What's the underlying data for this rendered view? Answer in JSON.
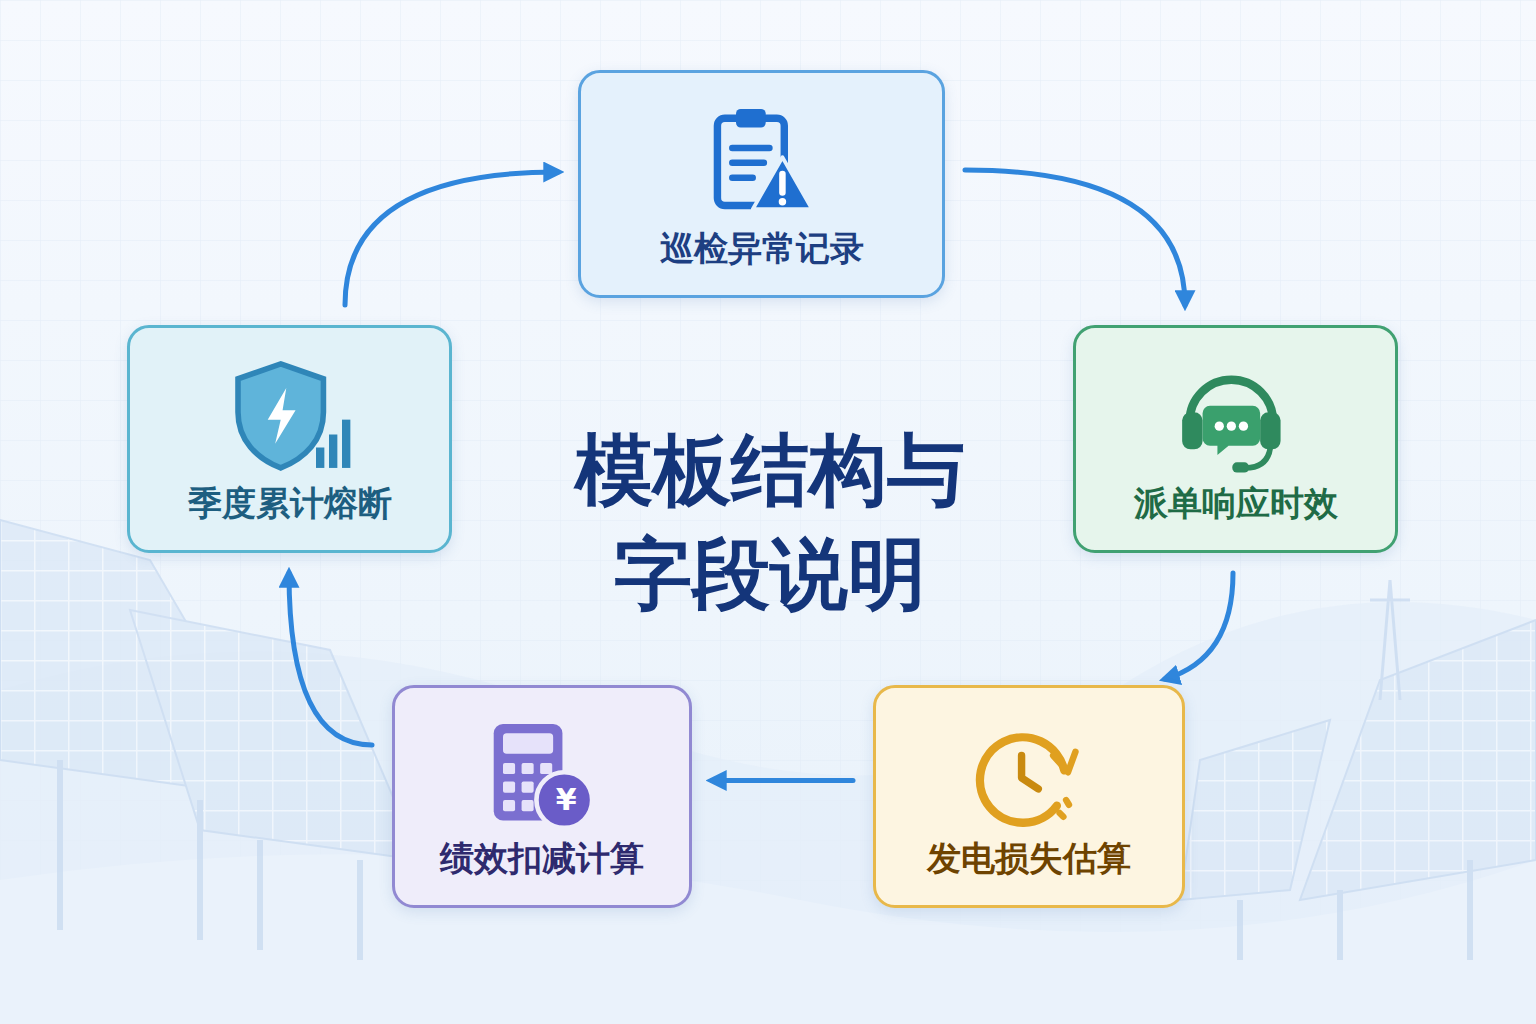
{
  "diagram": {
    "title": "模板结构与 字段说明",
    "nodes": [
      {
        "text": [
          "巡检异常记录"
        ]
      },
      {
        "text": [
          "派单响应时效"
        ]
      },
      {
        "text": [
          "发电损失估算"
        ]
      },
      {
        "text": [
          "绩效扣减计算"
        ]
      },
      {
        "text": [
          "季度累计熔断"
        ]
      }
    ],
    "edges": [
      {
        "from": 0,
        "to": 1,
        "arrow": "to"
      },
      {
        "from": 1,
        "to": 2,
        "arrow": "to"
      },
      {
        "from": 2,
        "to": 3,
        "arrow": "to"
      },
      {
        "from": 3,
        "to": 4,
        "arrow": "to"
      },
      {
        "from": 4,
        "to": 0,
        "arrow": "to"
      }
    ],
    "labels": [
      "¥"
    ]
  }
}
